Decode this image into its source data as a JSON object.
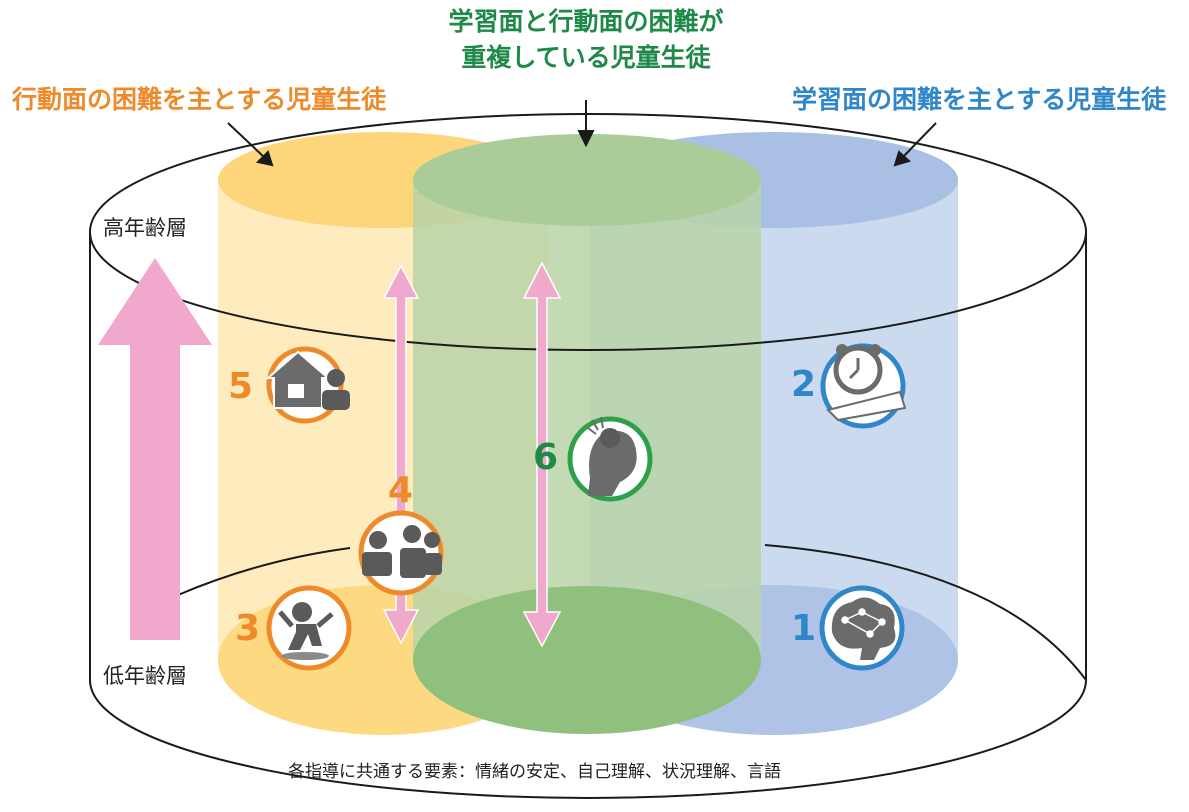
{
  "labels": {
    "behavior_group": "行動面の困難を主とする児童生徒",
    "learning_group": "学習面の困難を主とする児童生徒",
    "overlap_group_line1": "学習面と行動面の困難が",
    "overlap_group_line2": "重複している児童生徒"
  },
  "age_layers": {
    "upper": "高年齢層",
    "lower": "低年齢層"
  },
  "footer_text": "各指導に共通する要素：情緒の安定、自己理解、状況理解、言語",
  "markers": [
    {
      "number": "1",
      "icon": "brain-network-icon",
      "color": "#2f86c8"
    },
    {
      "number": "2",
      "icon": "clock-schedule-icon",
      "color": "#2f86c8"
    },
    {
      "number": "3",
      "icon": "tantrum-child-icon",
      "color": "#ef8a2a"
    },
    {
      "number": "4",
      "icon": "group-interaction-icon",
      "color": "#ef8a2a"
    },
    {
      "number": "5",
      "icon": "home-parent-child-icon",
      "color": "#ef8a2a"
    },
    {
      "number": "6",
      "icon": "self-esteem-icon",
      "color": "#1f8a48"
    }
  ],
  "colors": {
    "orange_fill": "#fde08f",
    "blue_fill": "#aec6e6",
    "green_fill": "#8ec37f",
    "pink_arrow": "#f0a9cc",
    "outline": "#1a1a1a"
  }
}
